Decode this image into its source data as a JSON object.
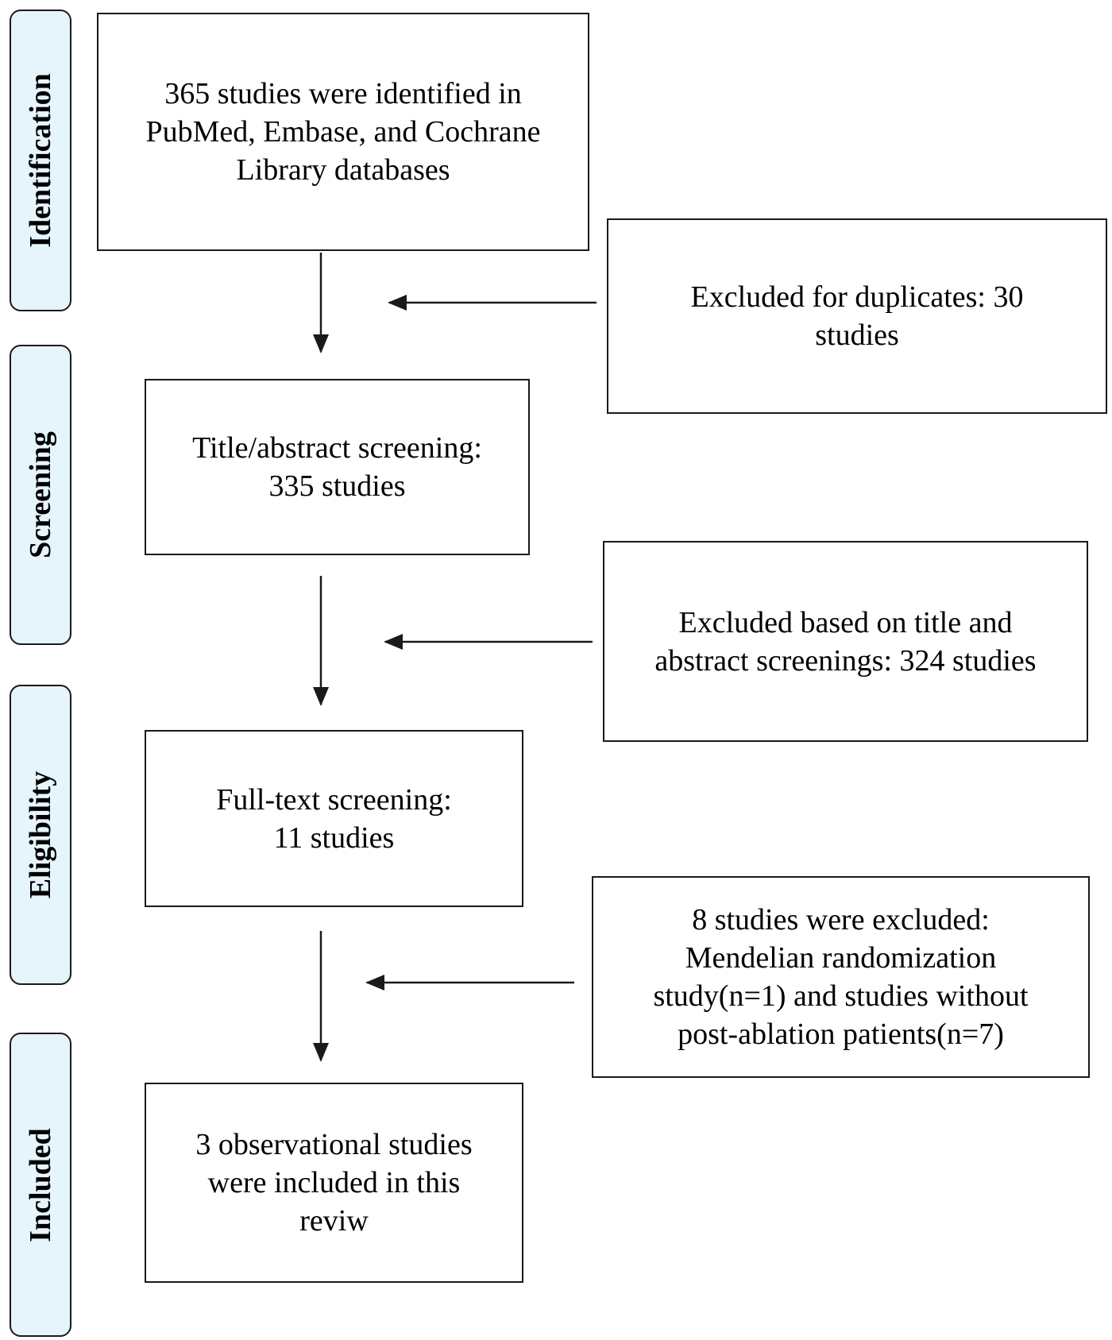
{
  "stages": [
    {
      "id": "identification",
      "label": "Identification"
    },
    {
      "id": "screening",
      "label": "Screening"
    },
    {
      "id": "eligibility",
      "label": "Eligibility"
    },
    {
      "id": "included",
      "label": "Included"
    }
  ],
  "boxes": {
    "identified": "365 studies were identified in\nPubMed, Embase, and Cochrane\nLibrary databases",
    "excluded_duplicates": "Excluded for duplicates: 30\nstudies",
    "title_abstract": "Title/abstract screening:\n335 studies",
    "excluded_title_abstract": "Excluded based on title and\nabstract screenings: 324 studies",
    "full_text": "Full-text screening:\n11 studies",
    "excluded_full_text": "8 studies were excluded:\nMendelian randomization\nstudy(n=1)  and studies without\npost-ablation patients(n=7)",
    "included": "3 observational studies\nwere included in this\nreviw"
  },
  "colors": {
    "stage_fill": "#e6f4fb",
    "line": "#1a1a1a"
  }
}
